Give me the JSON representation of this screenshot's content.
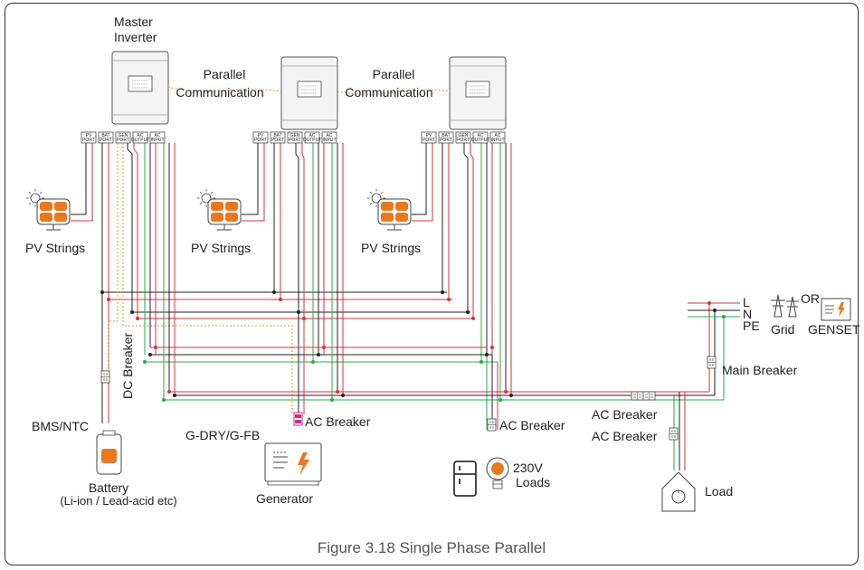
{
  "inverters": {
    "master_label_line1": "Master",
    "master_label_line2": "Inverter",
    "comm_label_line1": "Parallel",
    "comm_label_line2": "Communication",
    "ports": [
      {
        "line1": "PV",
        "line2": "PORT"
      },
      {
        "line1": "BAT",
        "line2": "PORT"
      },
      {
        "line1": "GEN",
        "line2": "PORT"
      },
      {
        "line1": "AC",
        "line2": "OUTPUT"
      },
      {
        "line1": "AC",
        "line2": "INPUT"
      }
    ]
  },
  "pv": {
    "label": "PV Strings"
  },
  "battery": {
    "bms_label": "BMS/NTC",
    "dc_breaker_label": "DC Breaker",
    "name": "Battery",
    "type": "(Li-ion / Lead-acid etc)"
  },
  "generator": {
    "signal_label": "G-DRY/G-FB",
    "breaker_label": "AC Breaker",
    "name": "Generator"
  },
  "loads": {
    "breaker_label": "AC Breaker",
    "voltage": "230V",
    "name": "Loads"
  },
  "grid": {
    "lines": [
      "L",
      "N",
      "PE"
    ],
    "or_label": "OR",
    "grid_label": "Grid",
    "genset_label": "GENSET",
    "main_breaker_label": "Main Breaker",
    "ac_breaker_label_1": "AC Breaker",
    "ac_breaker_label_2": "AC Breaker",
    "load_label": "Load"
  },
  "caption": "Figure 3.18 Single Phase Parallel",
  "colors": {
    "line": "#d9303a",
    "neutral": "#222222",
    "earth": "#2aa84a",
    "comm": "#e59a2c",
    "pv_panel": "#e8781e",
    "breaker_pink": "#d12c8f"
  }
}
